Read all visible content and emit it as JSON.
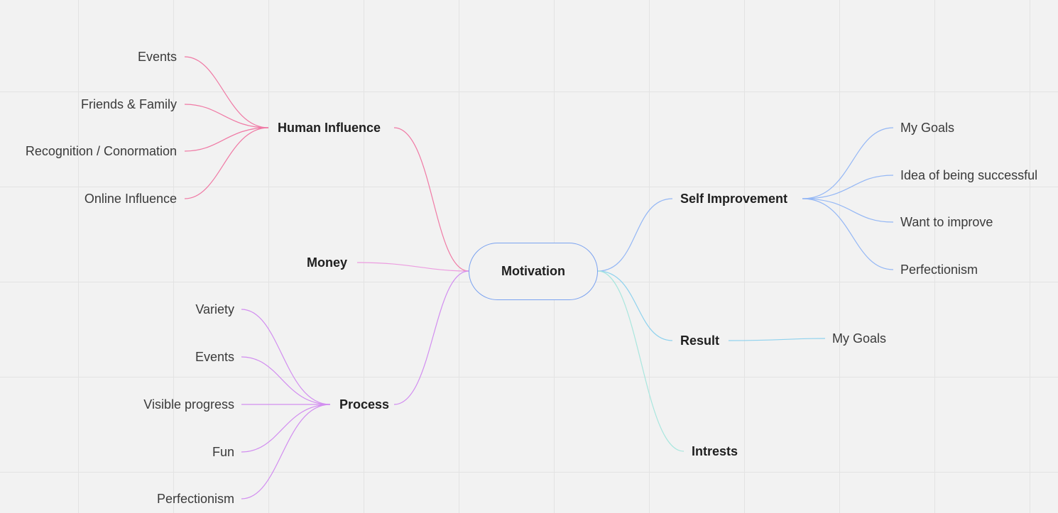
{
  "mindmap": {
    "root": "Motivation",
    "branches": {
      "human_influence": {
        "label": "Human Influence",
        "color": "#f07aa5",
        "children": [
          "Events",
          "Friends & Family",
          "Recognition / Conormation",
          "Online Influence"
        ]
      },
      "money": {
        "label": "Money",
        "color": "#ec9de0",
        "children": []
      },
      "process": {
        "label": "Process",
        "color": "#d28ef0",
        "children": [
          "Variety",
          "Events",
          "Visible progress",
          "Fun",
          "Perfectionism"
        ]
      },
      "self_improvement": {
        "label": "Self Improvement",
        "color": "#94b7f5",
        "children": [
          "My Goals",
          "Idea of being successful",
          "Want to improve",
          "Perfectionism"
        ]
      },
      "result": {
        "label": "Result",
        "color": "#8fd2ee",
        "children": [
          "My Goals"
        ]
      },
      "intrests": {
        "label": "Intrests",
        "color": "#a8e6de",
        "children": []
      }
    },
    "root_border_color": "#7aa2f0"
  }
}
